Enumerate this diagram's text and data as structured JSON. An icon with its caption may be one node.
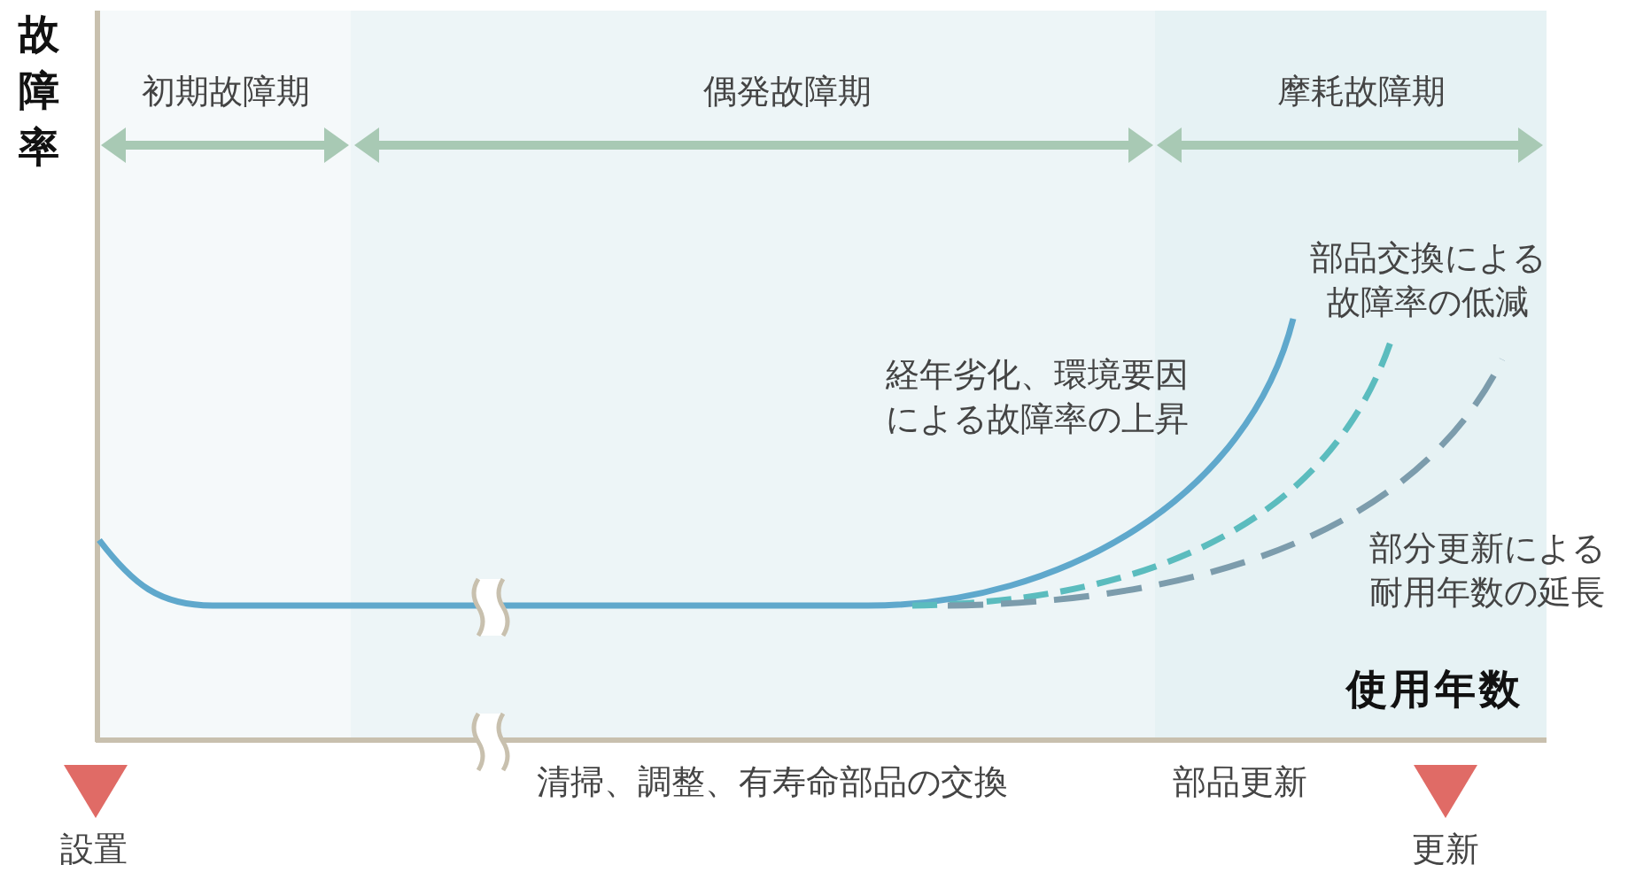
{
  "diagram": {
    "labels": [
      "故障率",
      "初期故障期",
      "偶発故障期",
      "摩耗故障期",
      "部品交換による故障率の低減",
      "経年劣化、環境要因による故障率の上昇",
      "部分更新による耐用年数の延長",
      "使用年数",
      "清掃、調整、有寿命部品の交換",
      "部品更新",
      "設置",
      "更新"
    ]
  }
}
